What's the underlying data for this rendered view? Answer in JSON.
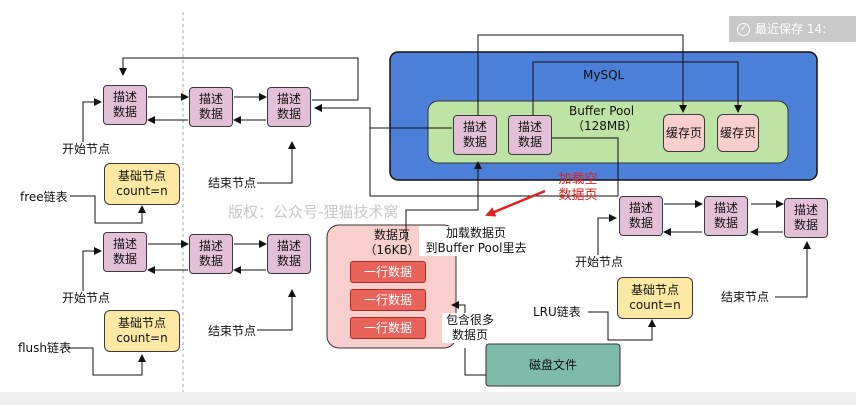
{
  "badge": {
    "icon": "check-circle-icon",
    "text": "最近保存 14:"
  },
  "watermark": "版权：公众号-狸猫技术窝",
  "mysql": {
    "title": "MySQL",
    "buffer_pool": "Buffer Pool",
    "buffer_pool_size": "（128MB）",
    "desc": "描述\n数据",
    "cache": "缓存页"
  },
  "desc_label": "描述\n数据",
  "base_label": "基础节点\ncount=n",
  "free_list": {
    "name": "free链表",
    "start": "开始节点",
    "end": "结束节点"
  },
  "flush_list": {
    "name": "flush链表",
    "start": "开始节点",
    "end": "结束节点"
  },
  "lru_list": {
    "name": "LRU链表",
    "start": "开始节点",
    "end": "结束节点"
  },
  "data_page": {
    "title": "数据页\n（16KB）",
    "row": "一行数据"
  },
  "load_text": "加载数据页\n到Buffer Pool里去",
  "contains_text": "包含很多\n数据页",
  "disk": "磁盘文件",
  "annotation": "加载空\n数据页",
  "colors": {
    "mysql_bg": "#4c80d8",
    "pool_bg": "#bde4a5",
    "desc_bg": "#e3c0d8",
    "base_bg": "#fde9a4",
    "cache_bg": "#f8cfcc",
    "page_bg": "#f8cfcc",
    "row_bg": "#e8635a",
    "disk_bg": "#7fbba9",
    "annotation": "#e02020"
  }
}
